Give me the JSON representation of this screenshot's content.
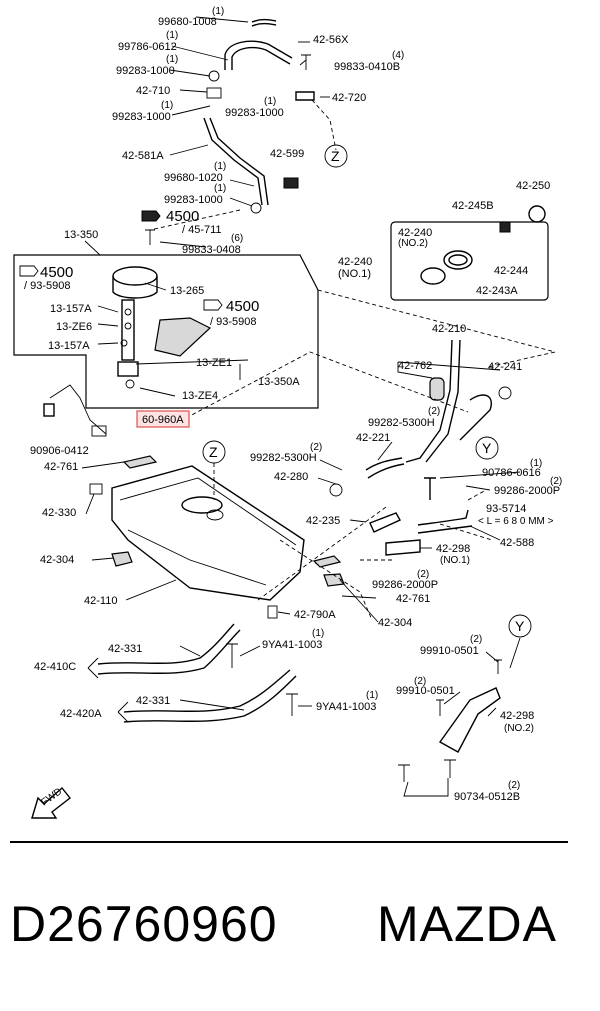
{
  "footer": {
    "part_number": "D26760960",
    "brand": "MAZDA"
  },
  "diagram": {
    "circle_refs": {
      "z_top": "Z",
      "z_tank": "Z",
      "y_right": "Y",
      "y_bracket": "Y"
    },
    "box_labels": {
      "box1": "13-350",
      "box2_a": "42-240",
      "box2_b": "(NO.1)"
    },
    "highlighted": "60-960A",
    "labels": [
      "99680-1008",
      "(1)",
      "42-56X",
      "99786-0612",
      "(1)",
      "(4)",
      "99833-0410B",
      "99283-1000",
      "(1)",
      "42-710",
      "42-720",
      "99283-1000",
      "(1)",
      "99283-1000",
      "(1)",
      "42-581A",
      "42-599",
      "99680-1020",
      "(1)",
      "99283-1000",
      "(1)",
      "4500",
      "/ 45-711",
      "(6)",
      "99833-0408",
      "4500",
      "/ 93-5908",
      "13-265",
      "13-157A",
      "4500",
      "/ 93-5908",
      "13-ZE6",
      "13-157A",
      "13-ZE1",
      "13-350A",
      "13-ZE4",
      "42-245B",
      "42-250",
      "42-240",
      "(NO.2)",
      "42-244",
      "42-243A",
      "42-210",
      "42-762",
      "42-241",
      "99282-5300H",
      "(2)",
      "90906-0412",
      "42-761",
      "99282-5300H",
      "(2)",
      "42-221",
      "42-280",
      "90786-0616",
      "(1)",
      "99286-2000P",
      "(2)",
      "42-330",
      "42-235",
      "93-5714",
      "< L = 6 8 0 MM >",
      "42-588",
      "42-298",
      "(NO.1)",
      "(2)",
      "42-304",
      "99286-2000P",
      "42-110",
      "42-761",
      "42-790A",
      "42-304",
      "42-331",
      "9YA41-1003",
      "(1)",
      "42-410C",
      "(2)",
      "99910-0501",
      "42-331",
      "9YA41-1003",
      "(1)",
      "42-420A",
      "(2)",
      "99910-0501",
      "42-298",
      "(NO.2)",
      "(2)",
      "90734-0512B",
      "FWD"
    ]
  }
}
